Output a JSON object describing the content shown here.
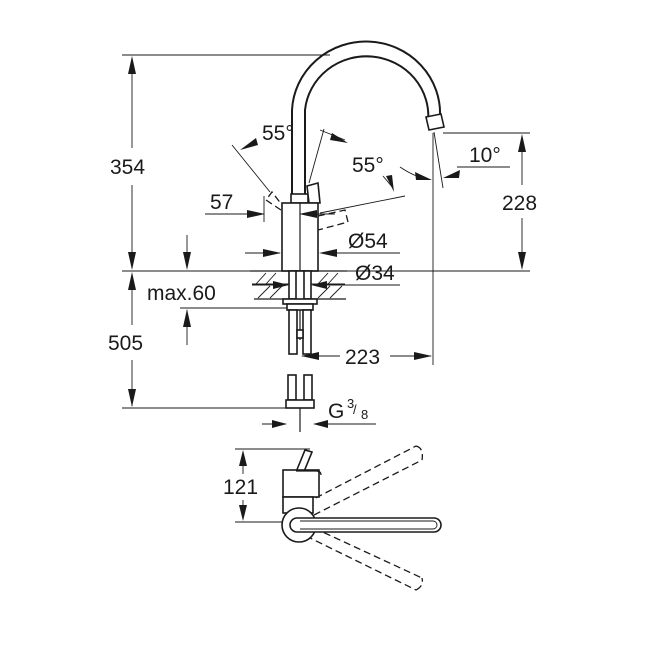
{
  "drawing": {
    "title": "Kitchen faucet dimensional drawing",
    "line_color": "#1a1a1a",
    "background": "#ffffff",
    "dimensions": {
      "total_height": "354",
      "spout_height": "228",
      "lever_offset": "57",
      "lever_angle_left": "55°",
      "lever_angle_right": "55°",
      "spout_tilt": "10°",
      "body_diameter": "Ø54",
      "hole_diameter": "Ø34",
      "max_counter_thickness": "max.60",
      "hose_length": "505",
      "spout_reach": "223",
      "connection_thread_prefix": "G",
      "connection_thread_num": "3",
      "connection_thread_den": "8",
      "top_view_depth": "121"
    }
  }
}
